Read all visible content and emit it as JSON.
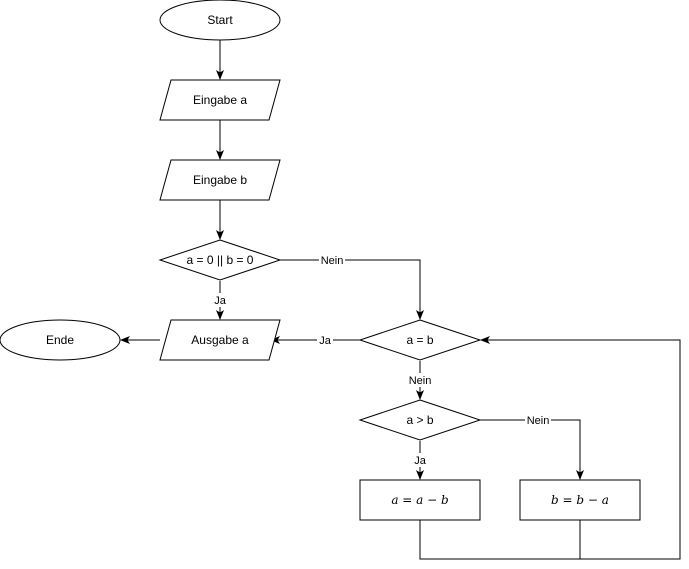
{
  "nodes": {
    "start": "Start",
    "input_a": "Eingabe a",
    "input_b": "Eingabe b",
    "cond_zero": "a = 0 || b = 0",
    "output_a": "Ausgabe a",
    "end": "Ende",
    "cond_equal": "a = b",
    "cond_greater": "a > b",
    "assign_a": "a = a − b",
    "assign_b": "b = b − a"
  },
  "edge_labels": {
    "zero_no": "Nein",
    "zero_yes": "Ja",
    "equal_yes": "Ja",
    "equal_no": "Nein",
    "greater_yes": "Ja",
    "greater_no": "Nein"
  }
}
